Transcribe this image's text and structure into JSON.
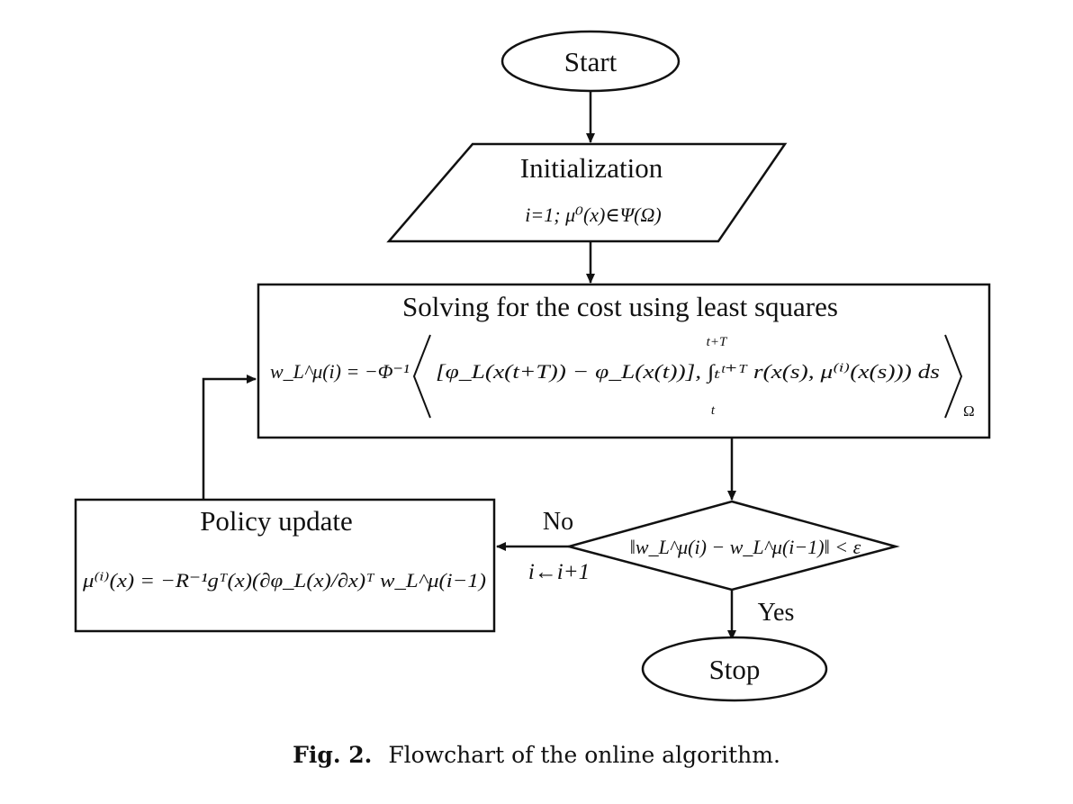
{
  "nodes": {
    "start": "Start",
    "init_title": "Initialization",
    "init_formula": "i=1; μ⁰(x)∈Ψ(Ω)",
    "solve_title": "Solving for the cost using least squares",
    "solve_formula_lhs": "w_L^μ(i) = −Φ⁻¹",
    "solve_formula_body": "[φ_L(x(t+T)) − φ_L(x(t))],  ∫ₜᵗ⁺ᵀ r(x(s), μ⁽ⁱ⁾(x(s))) ds",
    "solve_formula_sub": "Ω",
    "integral_upper": "t+T",
    "integral_lower": "t",
    "decision_formula": "‖w_L^μ(i) − w_L^μ(i−1)‖ < ε",
    "policy_title": "Policy update",
    "policy_formula": "μ⁽ⁱ⁾(x) = −R⁻¹gᵀ(x)(∂φ_L(x)/∂x)ᵀ w_L^μ(i−1)",
    "stop": "Stop"
  },
  "edges": {
    "no_label": "No",
    "no_update": "i←i+1",
    "yes_label": "Yes"
  },
  "caption": {
    "label": "Fig. 2.",
    "text": "Flowchart of the online algorithm."
  }
}
